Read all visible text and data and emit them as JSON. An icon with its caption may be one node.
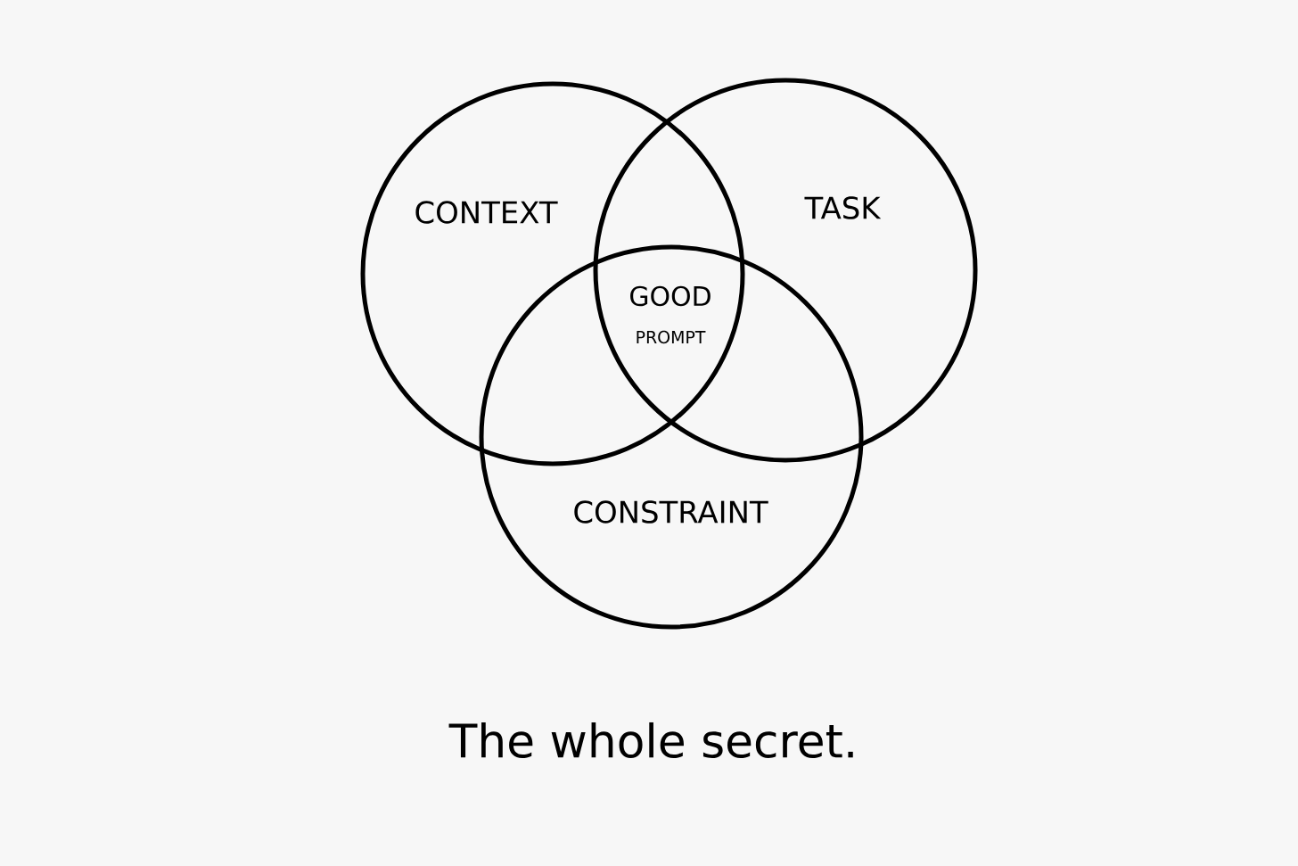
{
  "diagram": {
    "caption": "The whole secret.",
    "nodes": [
      {
        "text": [
          "CONTEXT"
        ]
      },
      {
        "text": [
          "TASK"
        ]
      },
      {
        "text": [
          "CONSTRAINT"
        ]
      }
    ],
    "labels": [
      "GOOD",
      "PROMPT"
    ]
  }
}
